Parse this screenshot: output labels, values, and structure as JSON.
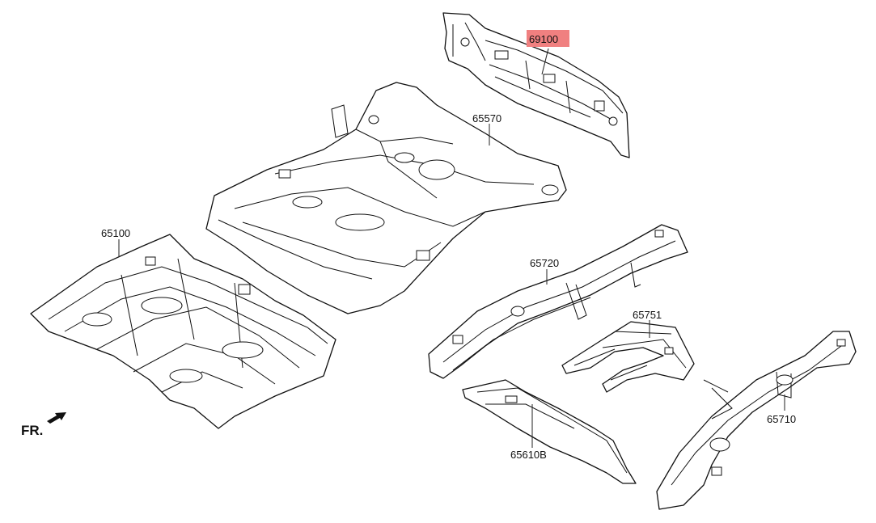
{
  "labels": {
    "p69100": "69100",
    "p65570": "65570",
    "p65100": "65100",
    "p65720": "65720",
    "p65751": "65751",
    "p65710": "65710",
    "p65610B": "65610B"
  },
  "highlight": {
    "part": "69100",
    "color": "#f08080"
  },
  "front_indicator": {
    "text": "FR.",
    "icon": "front-arrow-icon"
  }
}
